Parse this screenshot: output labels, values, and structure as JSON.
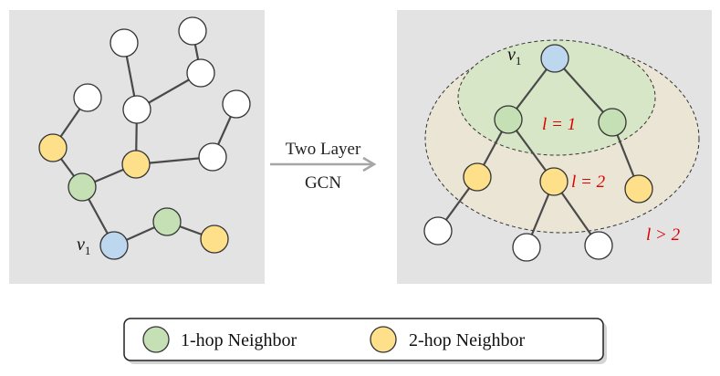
{
  "arrow": {
    "line1": "Two Layer",
    "line2": "GCN"
  },
  "left_graph": {
    "root_label": "v",
    "root_subscript": "1"
  },
  "right_graph": {
    "root_label": "v",
    "root_subscript": "1",
    "layer_labels": {
      "l1": "l = 1",
      "l2": "l = 2",
      "l3": "l > 2"
    }
  },
  "legend": {
    "items": [
      {
        "label": "1-hop Neighbor",
        "color": "#c5e0b4"
      },
      {
        "label": "2-hop Neighbor",
        "color": "#ffe08a"
      }
    ]
  },
  "colors": {
    "one_hop": "#c5e0b4",
    "two_hop": "#ffe08a",
    "root": "#bdd7ee",
    "other": "#ffffff",
    "layer_text": "#e00000",
    "inner_ellipse": "#d7e6c6",
    "outer_ellipse": "#ebe5d5"
  }
}
